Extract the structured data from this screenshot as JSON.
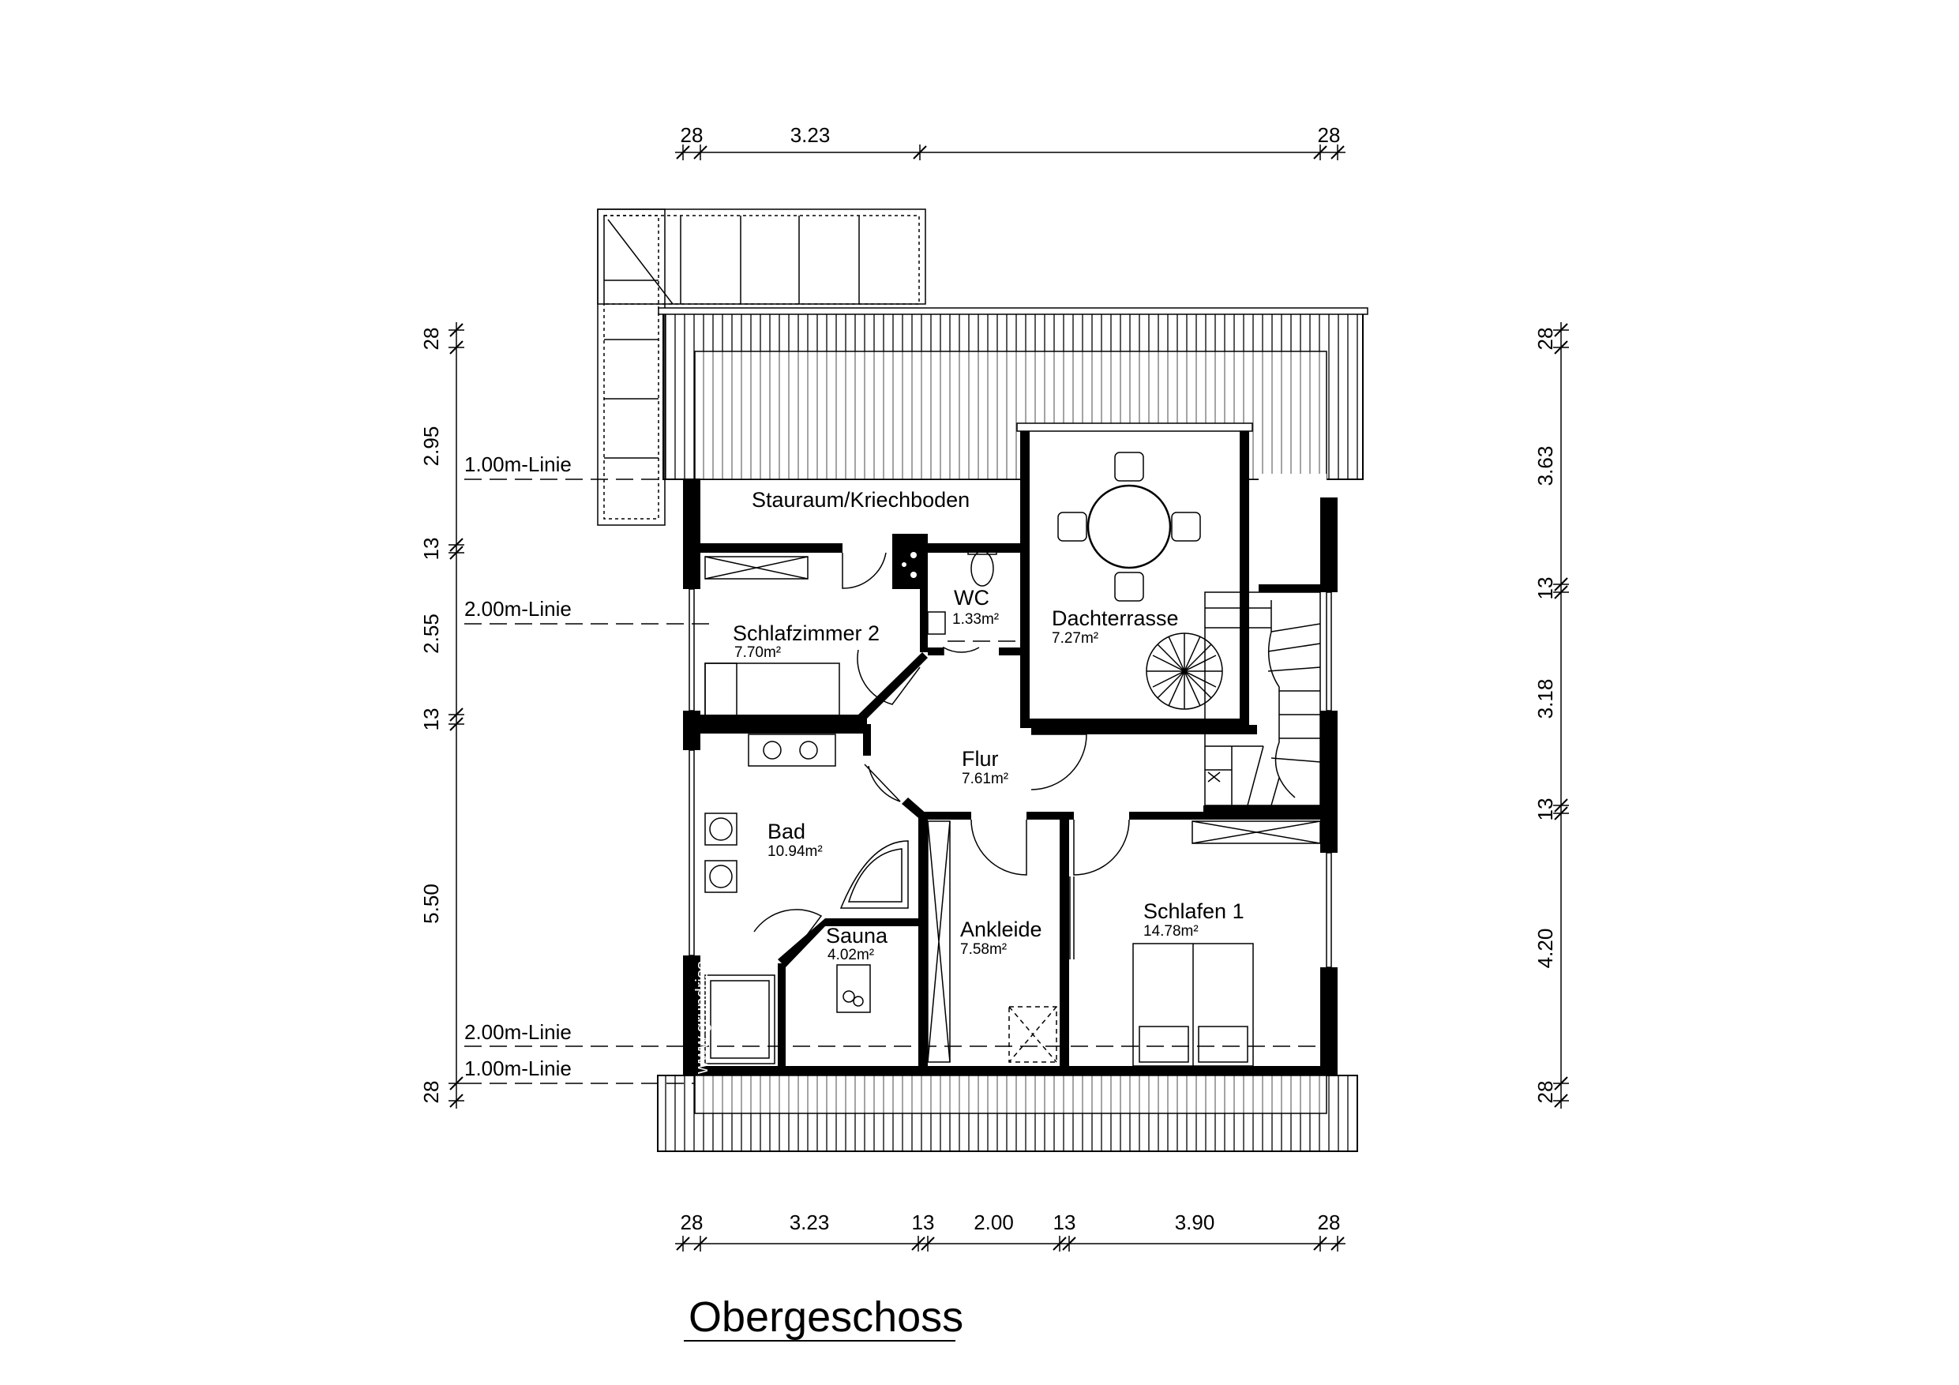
{
  "title": "Obergeschoss",
  "watermark": "www.grundriss.com",
  "rooms": {
    "stauraum": {
      "name": "Stauraum/Kriechboden"
    },
    "schlafzimmer2": {
      "name": "Schlafzimmer 2",
      "area": "7.70m²"
    },
    "wc": {
      "name": "WC",
      "area": "1.33m²"
    },
    "dachterrasse": {
      "name": "Dachterrasse",
      "area": "7.27m²"
    },
    "flur": {
      "name": "Flur",
      "area": "7.61m²"
    },
    "bad": {
      "name": "Bad",
      "area": "10.94m²"
    },
    "sauna": {
      "name": "Sauna",
      "area": "4.02m²"
    },
    "ankleide": {
      "name": "Ankleide",
      "area": "7.58m²"
    },
    "schlafen1": {
      "name": "Schlafen 1",
      "area": "14.78m²"
    }
  },
  "height_lines": {
    "top_100": "1.00m-Linie",
    "top_200": "2.00m-Linie",
    "bottom_200": "2.00m-Linie",
    "bottom_100": "1.00m-Linie"
  },
  "dimensions": {
    "top": [
      "28",
      "3.23",
      "28"
    ],
    "bottom": [
      "28",
      "3.23",
      "13",
      "2.00",
      "13",
      "3.90",
      "28"
    ],
    "left": [
      "28",
      "2.95",
      "13",
      "2.55",
      "13",
      "5.50",
      "28"
    ],
    "right": [
      "28",
      "3.63",
      "13",
      "3.18",
      "13",
      "4.20",
      "28"
    ]
  },
  "colors": {
    "ink": "#000000",
    "paper": "#ffffff"
  }
}
